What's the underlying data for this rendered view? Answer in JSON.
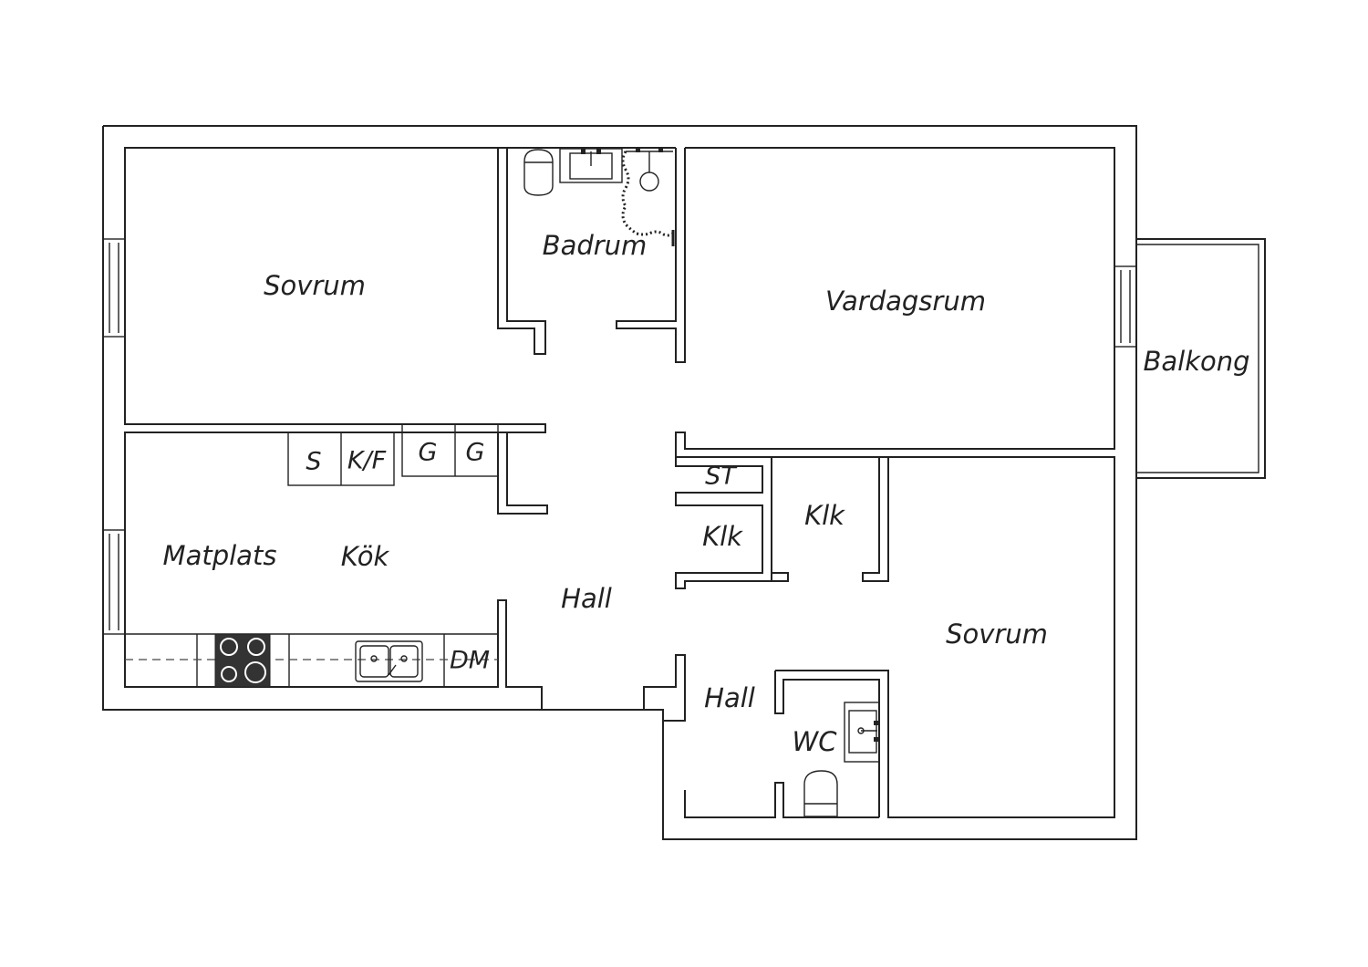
{
  "rooms": {
    "sovrum_1": "Sovrum",
    "badrum": "Badrum",
    "vardagsrum": "Vardagsrum",
    "balkong": "Balkong",
    "matplats": "Matplats",
    "kok": "Kök",
    "hall_main": "Hall",
    "st": "ST",
    "klk_1": "Klk",
    "klk_2": "Klk",
    "sovrum_2": "Sovrum",
    "hall_small": "Hall",
    "wc": "WC"
  },
  "fixtures": {
    "s": "S",
    "kf": "K/F",
    "g_1": "G",
    "g_2": "G",
    "dm": "DM"
  },
  "colors": {
    "line": "#222222",
    "stove": "#333333",
    "background": "#ffffff"
  }
}
